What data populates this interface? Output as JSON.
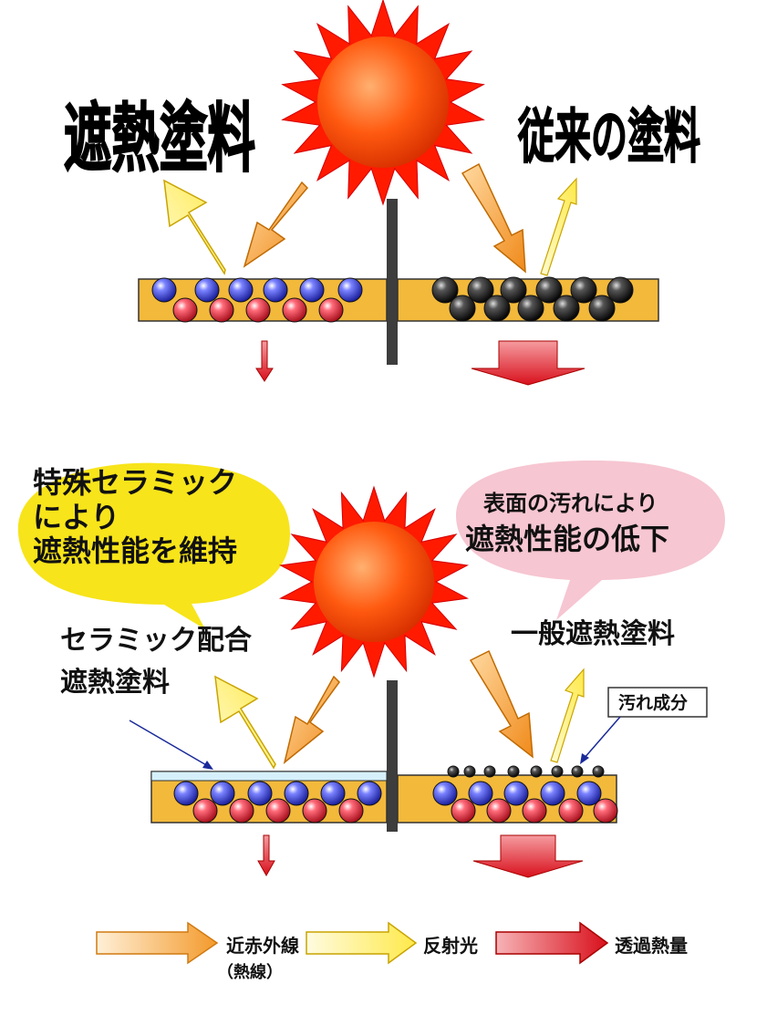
{
  "top": {
    "left_title": "遮熱塗料",
    "right_title": "従来の塗料"
  },
  "bottom": {
    "left_bubble": [
      "特殊セラミック",
      "により",
      "遮熱性能を維持"
    ],
    "right_bubble": [
      "表面の汚れにより",
      "遮熱性能の低下"
    ],
    "left_label": [
      "セラミック配合",
      "遮熱塗料"
    ],
    "right_label": "一般遮熱塗料",
    "dirt_label": "汚れ成分"
  },
  "legend": {
    "near_ir": "近赤外線",
    "near_ir_sub": "（熱線）",
    "reflected": "反射光",
    "transmitted": "透過熱量"
  },
  "colors": {
    "sun": "#ff4400",
    "sun_rays": "#ff1a00",
    "board": "#f2b93b",
    "ceramic_blue": "#3a3fd0",
    "ceramic_red": "#e02030",
    "black_pigment": "#222222",
    "bubble_yellow": "#f7e41a",
    "bubble_pink": "#f6c6d2",
    "arrow_orange": "#f39a2c",
    "arrow_yellow": "#fff080",
    "arrow_red": "#d9202a"
  }
}
